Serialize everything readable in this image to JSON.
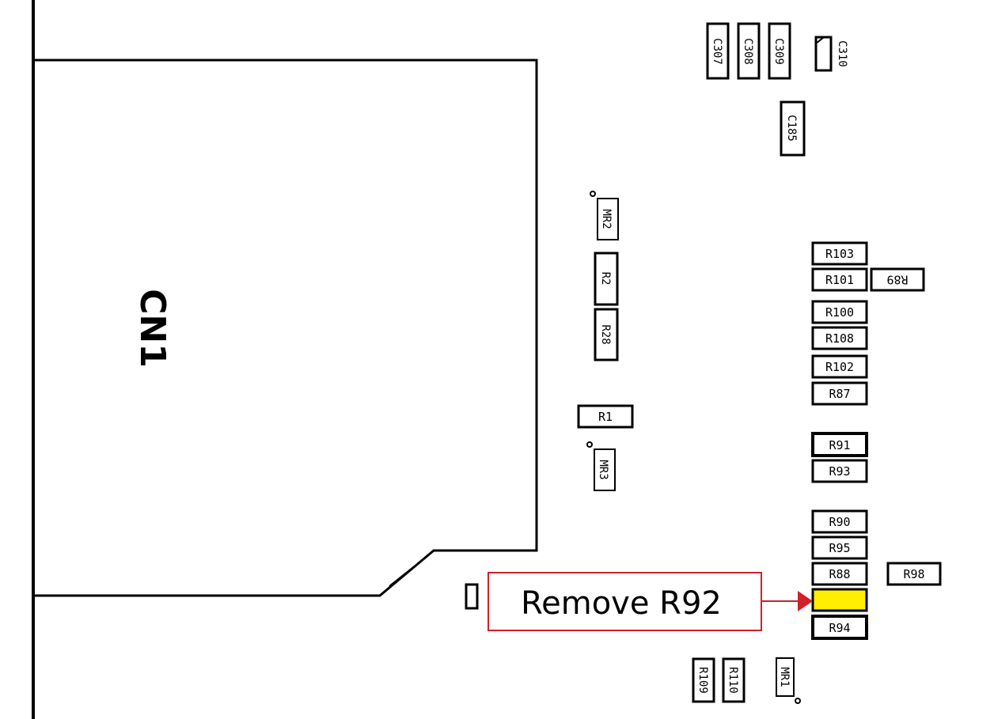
{
  "connector": {
    "label": "CN1"
  },
  "callout": {
    "text": "Remove R92",
    "target": "R92",
    "border_color": "#d0202a",
    "arrow_color": "#d0202a"
  },
  "highlight_color": "#ffee00",
  "components": {
    "c307": "C307",
    "c308": "C308",
    "c309": "C309",
    "c310": "C310",
    "c185": "C185",
    "mr2": "MR2",
    "mr3": "MR3",
    "mr1": "MR1",
    "r2": "R2",
    "r28": "R28",
    "r1": "R1",
    "r103": "R103",
    "r101": "R101",
    "r89": "R89",
    "r100": "R100",
    "r108": "R108",
    "r102": "R102",
    "r87": "R87",
    "r91": "R91",
    "r93": "R93",
    "r90": "R90",
    "r95": "R95",
    "r88": "R88",
    "r98": "R98",
    "r92": "",
    "r94": "R94",
    "r109": "R109",
    "r110": "R110"
  }
}
